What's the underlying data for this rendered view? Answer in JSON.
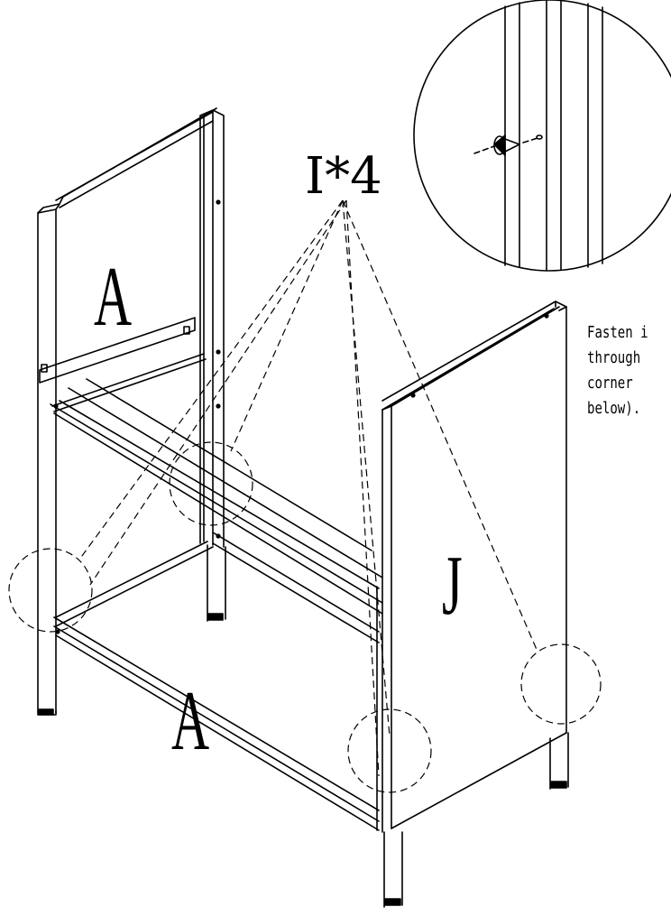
{
  "labels": {
    "panel_left": "A",
    "panel_right": "J",
    "rail_bottom": "A",
    "callout": "I*4"
  },
  "instruction": [
    "Fasten i",
    "through",
    "corner",
    "below)."
  ],
  "colors": {
    "line": "#000000",
    "background": "#ffffff"
  }
}
